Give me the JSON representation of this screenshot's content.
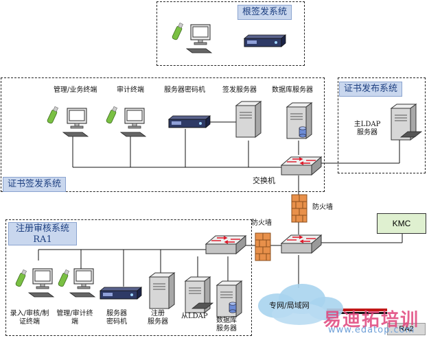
{
  "groups": {
    "root_ca": "根签发系统",
    "cert_issue": "证书签发系统",
    "cert_publish": "证书发布系统",
    "ra1_title": "注册审核系统",
    "ra1_name": "RA1"
  },
  "cert_issue_nodes": {
    "mgmt_terminal": "管理/业务终端",
    "audit_terminal": "审计终端",
    "server_crypto": "服务器密码机",
    "sign_server": "签发服务器",
    "db_server": "数据库服务器",
    "switch": "交换机"
  },
  "publish_nodes": {
    "ldap_master_line1": "主LDAP",
    "ldap_master_line2": "服务器"
  },
  "network": {
    "firewall1": "防火墙",
    "firewall2": "防火墙",
    "kmc": "KMC",
    "cloud": "专网/局域网",
    "ra2": "RA2"
  },
  "ra1_nodes": {
    "entry_line1": "录入/审核/制",
    "entry_line2": "证终端",
    "mgmt_audit_line1": "管理/审计终",
    "mgmt_audit_line2": "端",
    "crypto_line1": "服务器",
    "crypto_line2": "密码机",
    "reg_line1": "注册",
    "reg_line2": "服务器",
    "ldap_slave": "从LDAP",
    "db_line1": "数据库",
    "db_line2": "服务器"
  },
  "watermark": {
    "brand": "易迪拓培训",
    "url": "www.edatop.com"
  },
  "colors": {
    "title_bg": "#c9d7ee",
    "kmc_bg": "#dff0d0",
    "firewall": "#e8904a",
    "cloud": "#a9d4ee"
  }
}
